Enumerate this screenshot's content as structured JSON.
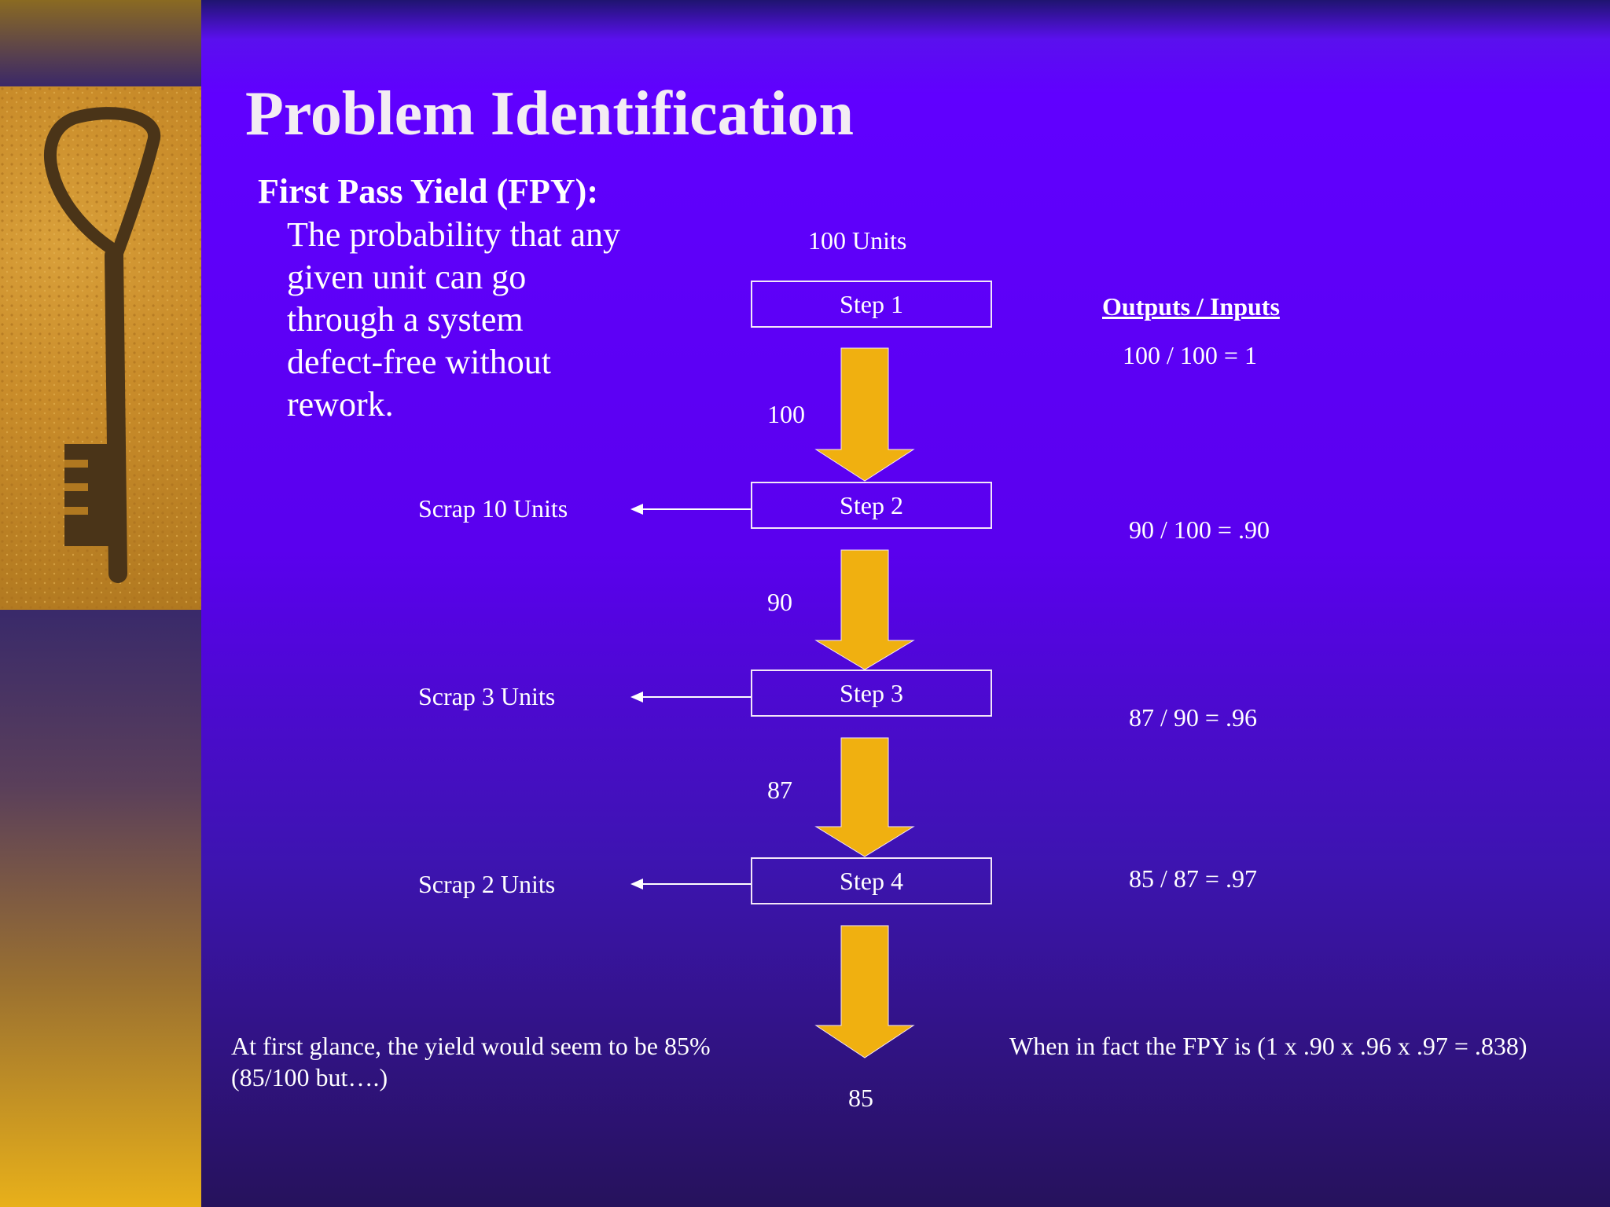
{
  "slide": {
    "title": "Problem Identification",
    "fpy_heading": "First Pass Yield (FPY):",
    "fpy_description": "The probability that any given unit can go through a system defect-free without rework."
  },
  "flow": {
    "input_label": "100 Units",
    "steps": [
      "Step 1",
      "Step 2",
      "Step 3",
      "Step 4"
    ],
    "flow_counts": [
      "100",
      "90",
      "87"
    ],
    "final_output": "85",
    "scrap_labels": [
      "Scrap 10 Units",
      "Scrap 3 Units",
      "Scrap 2 Units"
    ]
  },
  "ratios": {
    "header": "Outputs / Inputs",
    "values": [
      "100 / 100 = 1",
      "90 / 100 = .90",
      "87 / 90 = .96",
      "85 / 87 = .97"
    ]
  },
  "notes": {
    "first_glance": "At first glance, the yield would seem to be 85% (85/100 but….)",
    "in_fact": "When in fact the FPY is  (1 x .90 x .96 x .97 = .838)"
  },
  "colors": {
    "arrow_fill": "#f0b010",
    "background": "#6000ff",
    "text": "#ffffff"
  },
  "icons": {
    "sidebar_image": "key-photo"
  }
}
